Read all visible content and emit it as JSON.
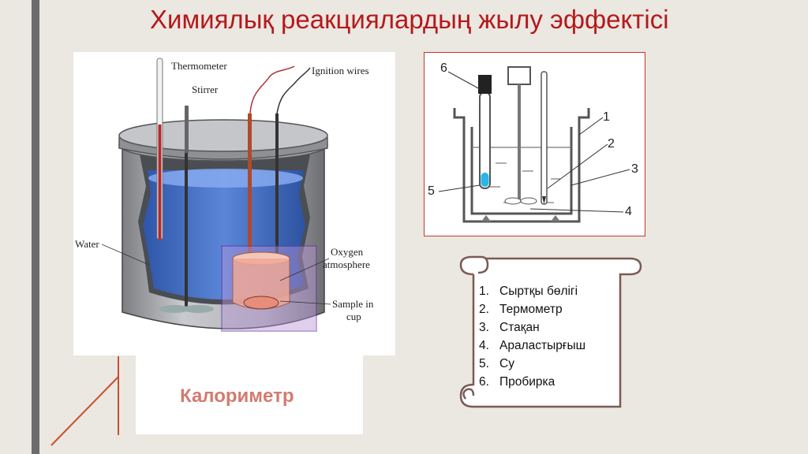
{
  "title": "Химиялық реакциялардың жылу эффектісі",
  "calorimeter_caption": "Калориметр",
  "calorimeter_labels": {
    "thermometer": "Thermometer",
    "stirrer": "Stirrer",
    "ignition_wires": "Ignition wires",
    "water": "Water",
    "oxygen_line1": "Oxygen",
    "oxygen_line2": "atmosphere",
    "sample_line1": "Sample in",
    "sample_line2": "cup"
  },
  "diagram_numbers": [
    "1",
    "2",
    "3",
    "4",
    "5",
    "6"
  ],
  "legend": [
    {
      "num": "1.",
      "text": "Сыртқы бөлігі"
    },
    {
      "num": "2.",
      "text": "Термометр"
    },
    {
      "num": "3.",
      "text": "Стақан"
    },
    {
      "num": "4.",
      "text": "Араластырғыш"
    },
    {
      "num": "5.",
      "text": "Су"
    },
    {
      "num": "6.",
      "text": "Пробирка"
    }
  ],
  "colors": {
    "title": "#b5191c",
    "caption": "#d37b70",
    "water": "#3f6fc8",
    "frame": "#c0392b"
  }
}
